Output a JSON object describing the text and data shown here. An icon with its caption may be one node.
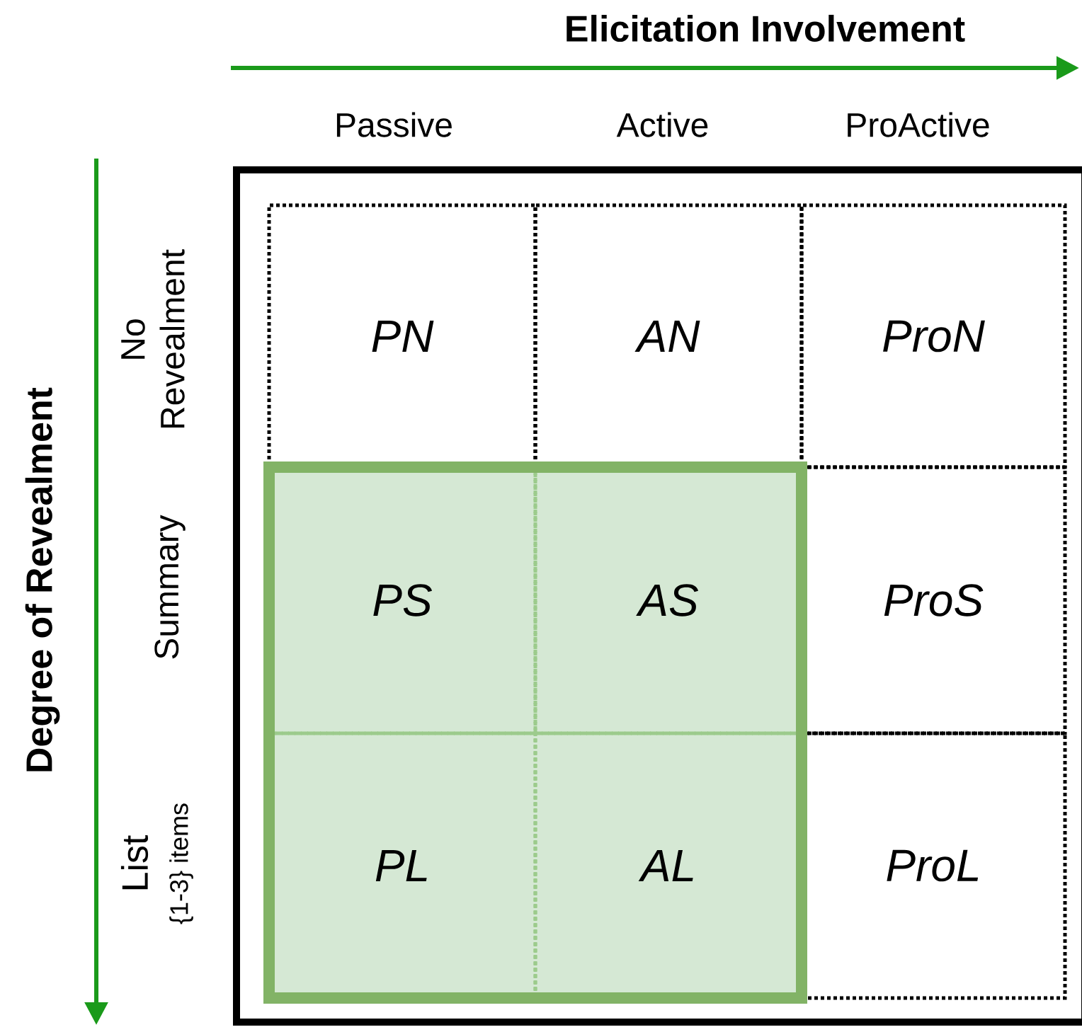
{
  "diagram": {
    "nodes": [
      {
        "text": [
          "PN"
        ]
      },
      {
        "text": [
          "AN"
        ]
      },
      {
        "text": [
          "ProN"
        ]
      },
      {
        "text": [
          "PS"
        ]
      },
      {
        "text": [
          "AS"
        ]
      },
      {
        "text": [
          "ProS"
        ]
      },
      {
        "text": [
          "PL"
        ]
      },
      {
        "text": [
          "AL"
        ]
      },
      {
        "text": [
          "ProL"
        ]
      }
    ],
    "edges": [],
    "labels": [
      "Elicitation Involvement",
      "Passive",
      "Active",
      "ProActive",
      "Degree of Revealment",
      "No Revealment",
      "Summary",
      "List",
      "{1-3} items"
    ]
  }
}
